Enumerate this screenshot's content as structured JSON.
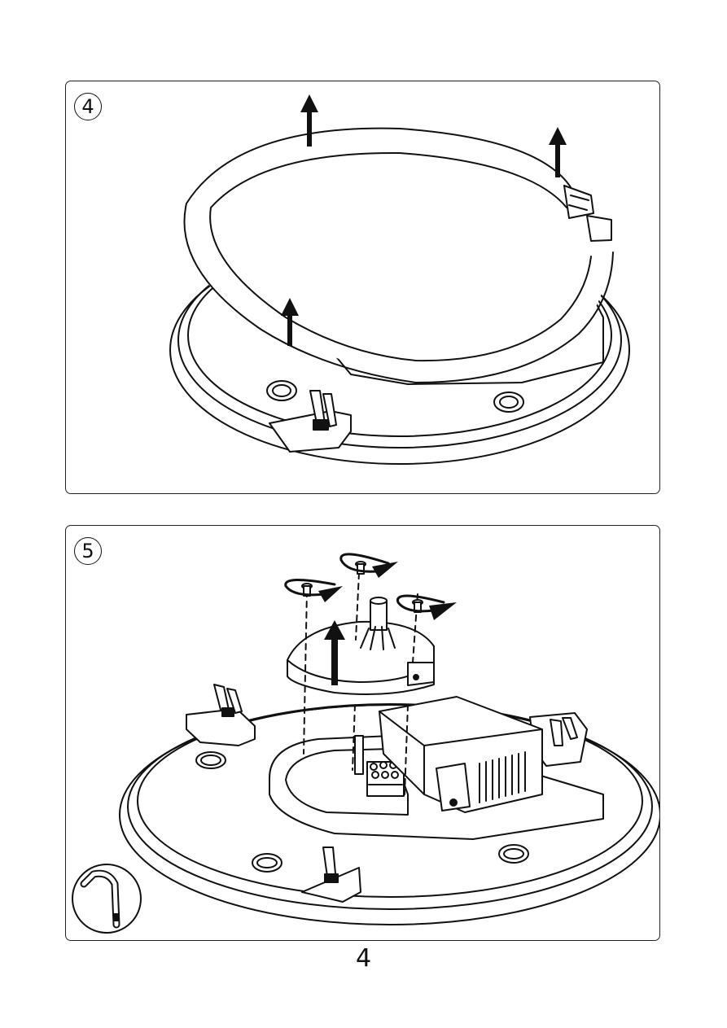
{
  "page": {
    "number": "4"
  },
  "steps": [
    {
      "label": "4",
      "illustration": "lift-ring-tube-from-fixture"
    },
    {
      "label": "5",
      "illustration": "unscrew-and-remove-center-cover"
    }
  ],
  "tool_icon": "allen-key-icon",
  "colors": {
    "line": "#111111",
    "background": "#ffffff"
  }
}
